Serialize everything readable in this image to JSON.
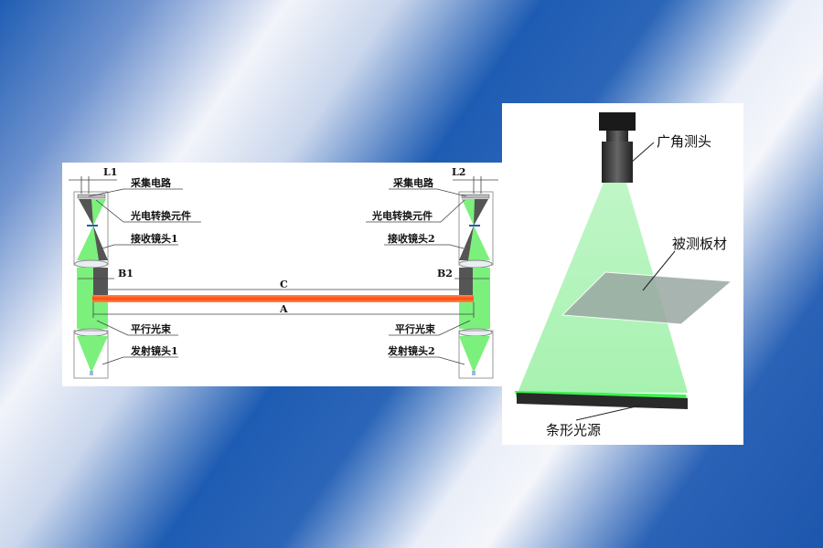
{
  "left_diagram": {
    "labels": {
      "l1": "L1",
      "l2": "L2",
      "b1": "B1",
      "b2": "B2",
      "c": "C",
      "a": "A",
      "collect_circuit": "采集电路",
      "photoelectric_element": "光电转换元件",
      "receive_lens_1": "接收镜头1",
      "receive_lens_2": "接收镜头2",
      "parallel_beam": "平行光束",
      "emit_lens_1": "发射镜头1",
      "emit_lens_2": "发射镜头2"
    },
    "colors": {
      "beam": "#7cf07c",
      "bar": "#ff5a1f",
      "shadow": "#555555"
    }
  },
  "right_diagram": {
    "labels": {
      "camera": "广角测头",
      "plate": "被测板材",
      "light_source": "条形光源"
    }
  }
}
